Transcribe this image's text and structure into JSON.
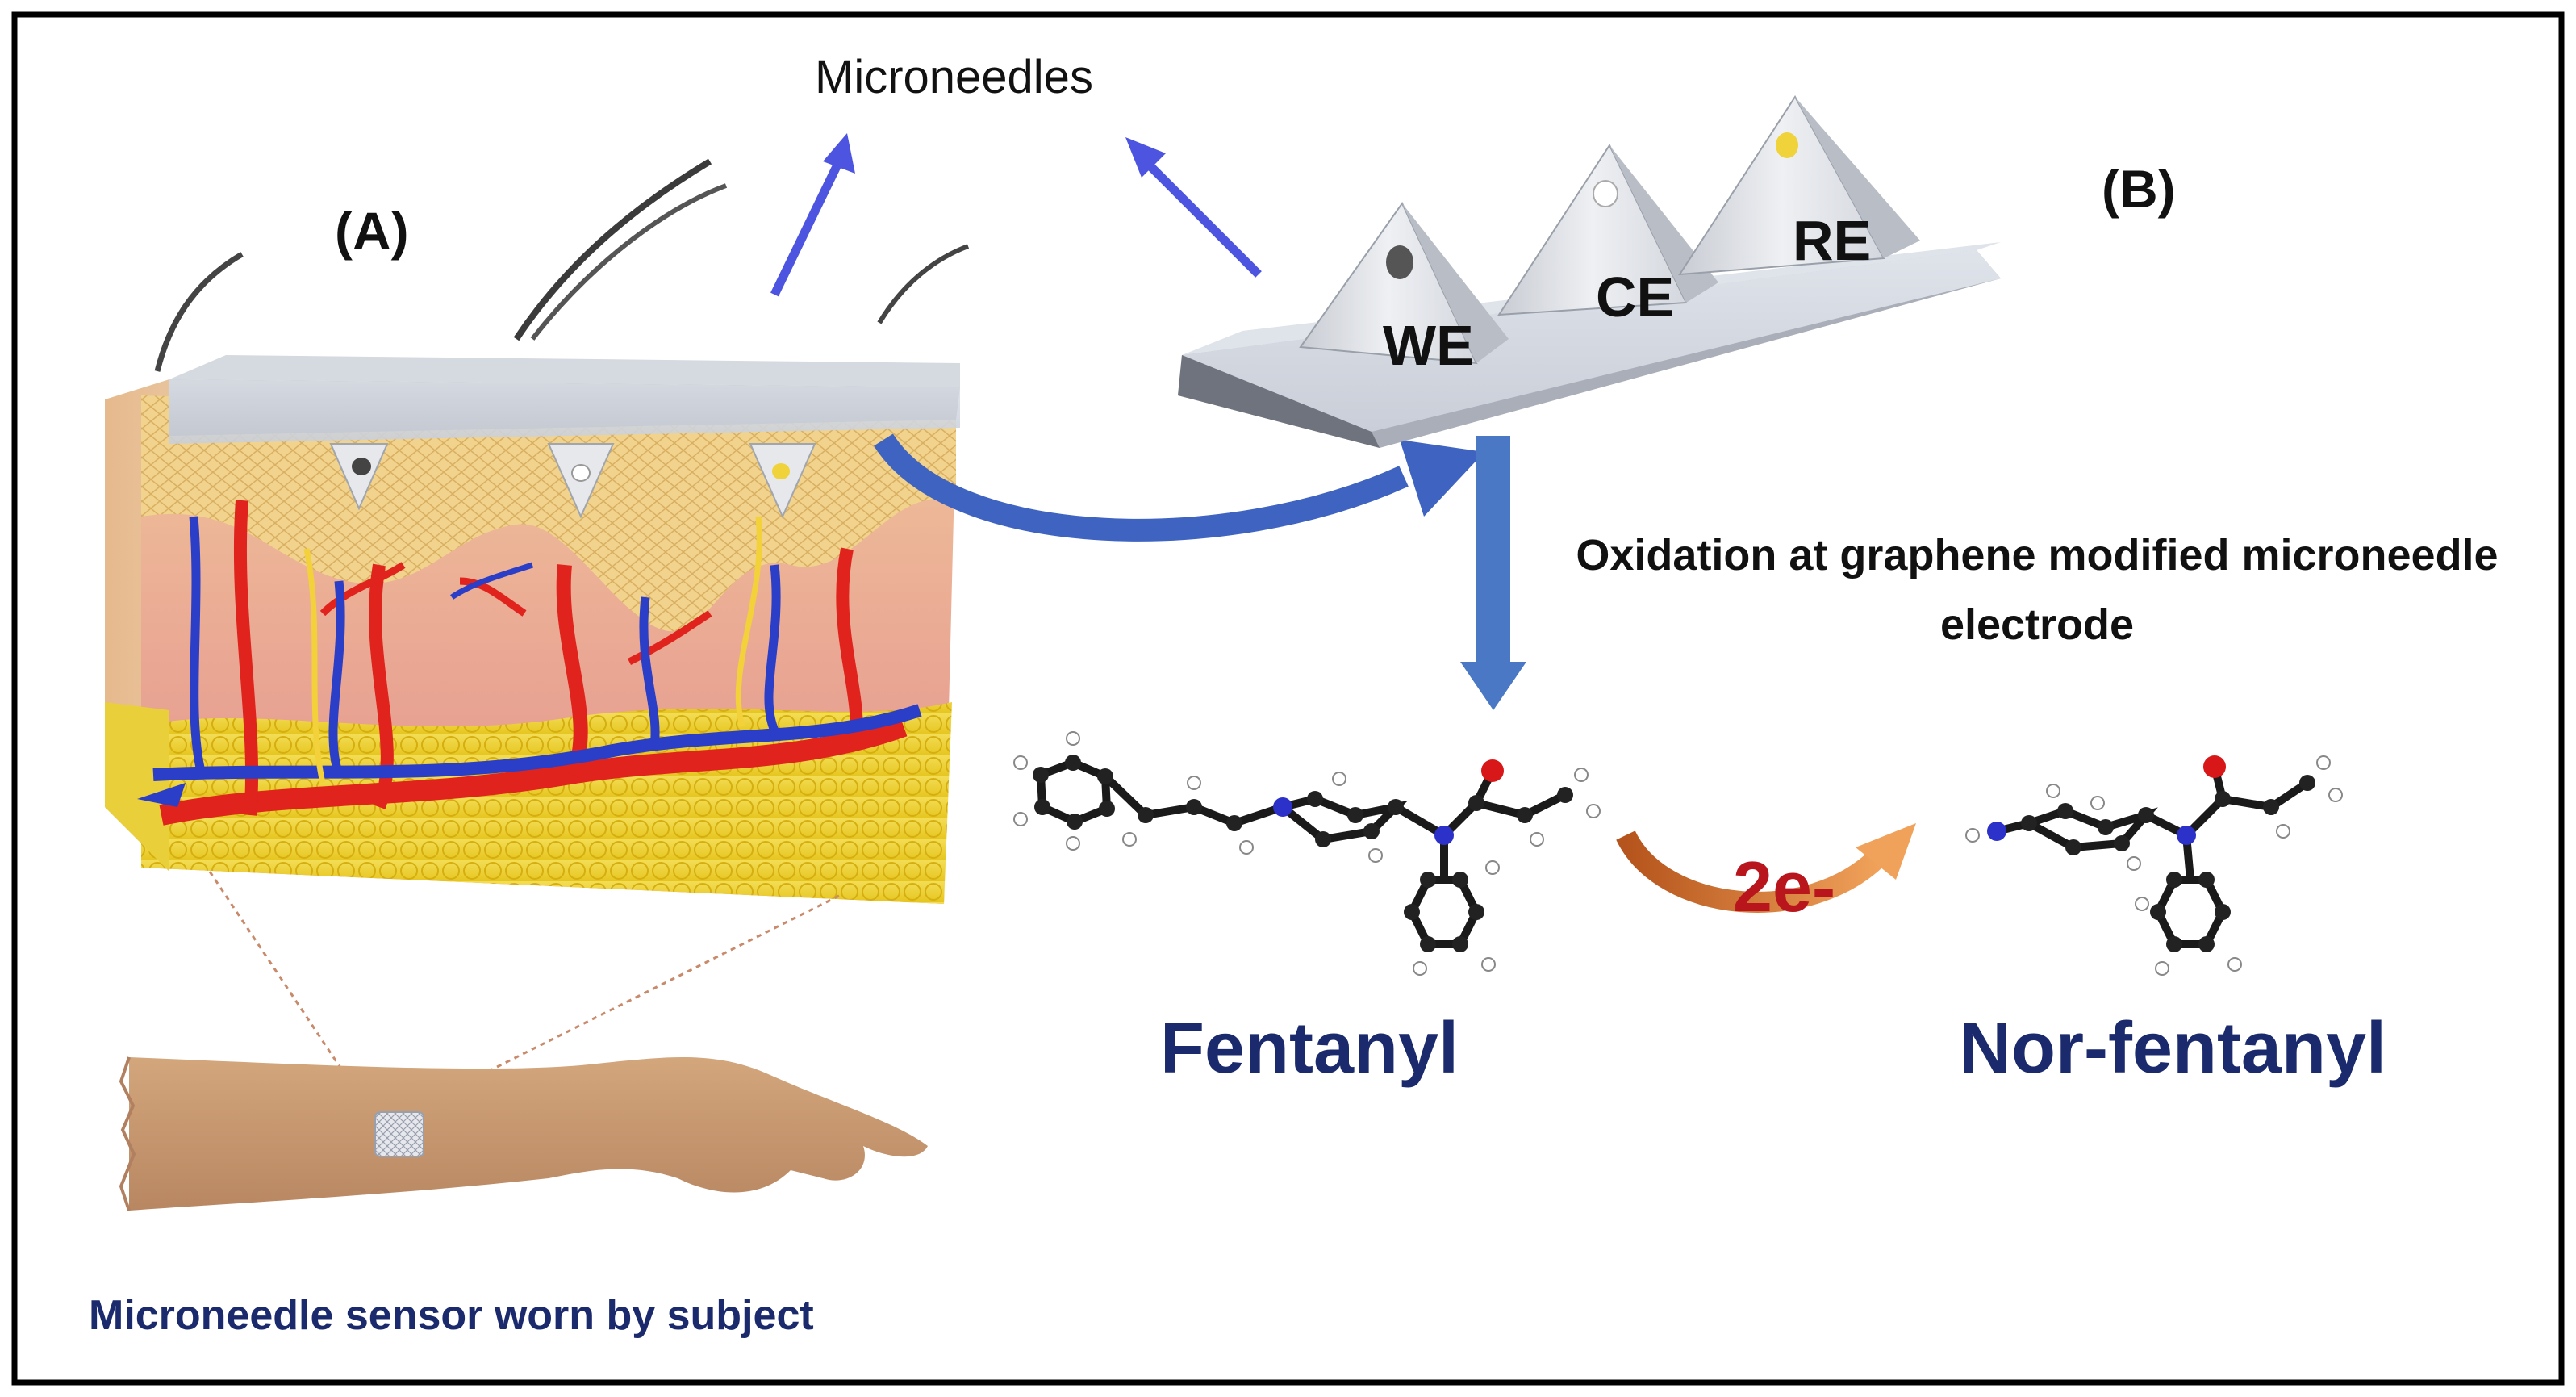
{
  "labels": {
    "microneedles": "Microneedles",
    "panel_a": "(A)",
    "panel_b": "(B)",
    "we": "WE",
    "ce": "CE",
    "re": "RE",
    "oxidation": "Oxidation at graphene modified microneedle electrode",
    "fentanyl": "Fentanyl",
    "nor_fentanyl": "Nor-fentanyl",
    "electrons": "2e-",
    "sensor_caption": "Microneedle sensor worn by subject"
  },
  "colors": {
    "frame": "#000000",
    "arrow_blue": "#4a78c4",
    "pointer_blue": "#4d55e0",
    "caption_navy": "#1a2a6c",
    "electron_red": "#b8151c",
    "electron_arrow_orange": "#d9792c",
    "patch_gray": "#b7bcc7",
    "skin_pink": "#e8a595",
    "fat_yellow": "#f0d23a",
    "artery_red": "#e0231d",
    "vein_blue": "#2a3ec8"
  },
  "icons": {
    "we_contact": "dark-gray-dot",
    "ce_contact": "white-dot",
    "re_contact": "yellow-dot"
  }
}
